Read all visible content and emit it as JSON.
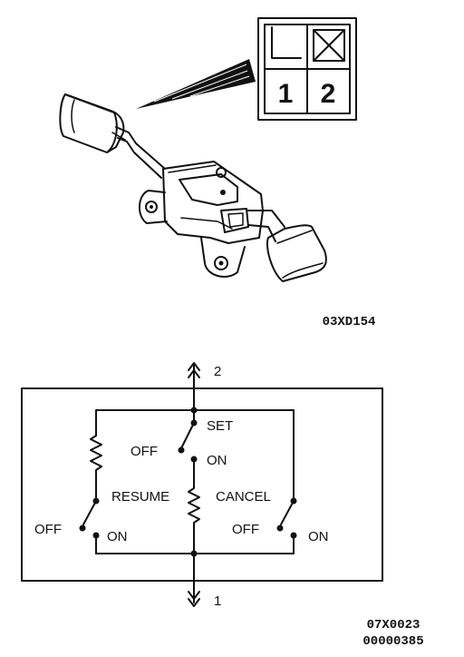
{
  "connector": {
    "pin1": "1",
    "pin2": "2"
  },
  "figure_codes": {
    "top": "03XD154",
    "bottom_1": "07X0023",
    "bottom_2": "00000385"
  },
  "circuit": {
    "terminal_top": "2",
    "terminal_bottom": "1",
    "set": {
      "label": "SET",
      "off": "OFF",
      "on": "ON"
    },
    "resume": {
      "label": "RESUME",
      "off": "OFF",
      "on": "ON"
    },
    "cancel": {
      "label": "CANCEL",
      "off": "OFF",
      "on": "ON"
    }
  }
}
